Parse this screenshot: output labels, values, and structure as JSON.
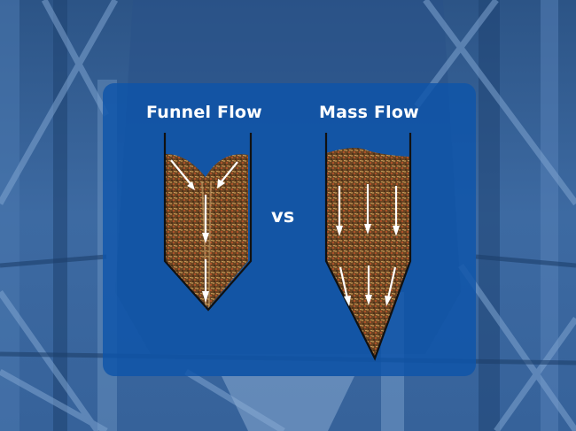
{
  "background": {
    "description": "blue-tinted photo of steel silo support structure",
    "tint_color": "#2f5a8e"
  },
  "panel": {
    "color": "#0e54aa"
  },
  "funnel": {
    "title": "Funnel Flow",
    "arrows": [
      "diagonal-down-right",
      "diagonal-down-left",
      "down",
      "down"
    ]
  },
  "separator": {
    "label": "vs"
  },
  "mass": {
    "title": "Mass Flow",
    "arrows": [
      "down",
      "down",
      "down",
      "down-right",
      "down",
      "down-left"
    ]
  },
  "colors": {
    "text": "#ffffff",
    "grain": "#7a5128",
    "wall": "#111111",
    "arrow": "#ffffff"
  }
}
